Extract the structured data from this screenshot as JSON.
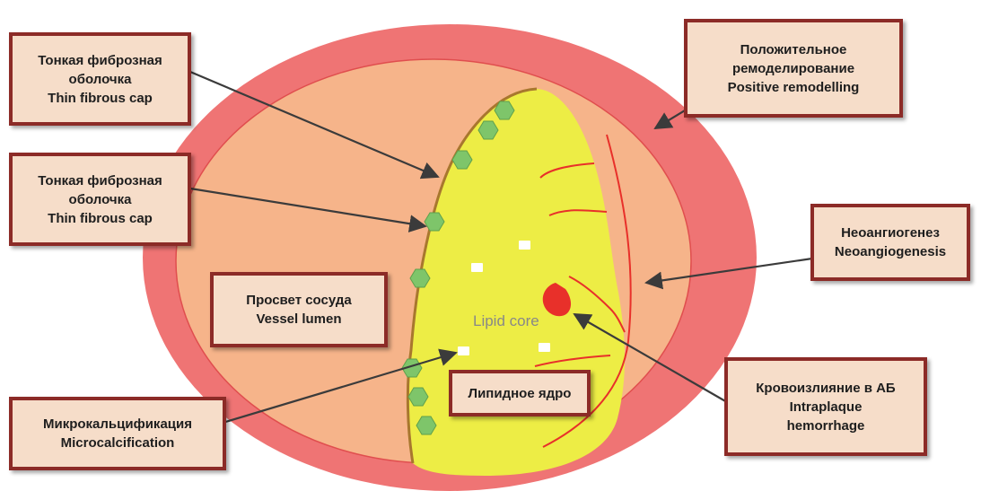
{
  "labels": {
    "fibrous_cap_1": {
      "ru": "Тонкая фиброзная оболочка",
      "ru_line1": "Тонкая фиброзная",
      "ru_line2": "оболочка",
      "en": "Thin fibrous cap"
    },
    "fibrous_cap_2": {
      "ru_line1": "Тонкая фиброзная",
      "ru_line2": "оболочка",
      "en": "Thin fibrous cap"
    },
    "vessel_lumen": {
      "ru": "Просвет сосуда",
      "en": "Vessel lumen"
    },
    "microcalcification": {
      "ru": "Микрокальцификация",
      "en": "Microcalcification"
    },
    "lipid_core_box": {
      "ru": "Липидное ядро"
    },
    "positive_remodelling": {
      "ru_line1": "Положительное",
      "ru_line2": "ремоделирование",
      "en": "Positive remodelling"
    },
    "neoangiogenesis": {
      "ru": "Неоангиогенез",
      "en": "Neoangiogenesis"
    },
    "hemorrhage": {
      "ru": "Кровоизлияние в АБ",
      "en_line1": "Intraplaque",
      "en_line2": "hemorrhage"
    },
    "lipid_core_inner": "Lipid core"
  },
  "colors": {
    "vessel_wall": "#ef7474",
    "vessel_lumen": "#f6b48a",
    "lipid_core": "#eded45",
    "fibrous_cap_line": "#a8772e",
    "calcification": "#7ec56a",
    "box_border": "#8c2b27",
    "box_fill": "#f6ddc9",
    "hemorrhage": "#e8302a",
    "vessels": "#e8302a",
    "arrow": "#3b3b3b"
  }
}
